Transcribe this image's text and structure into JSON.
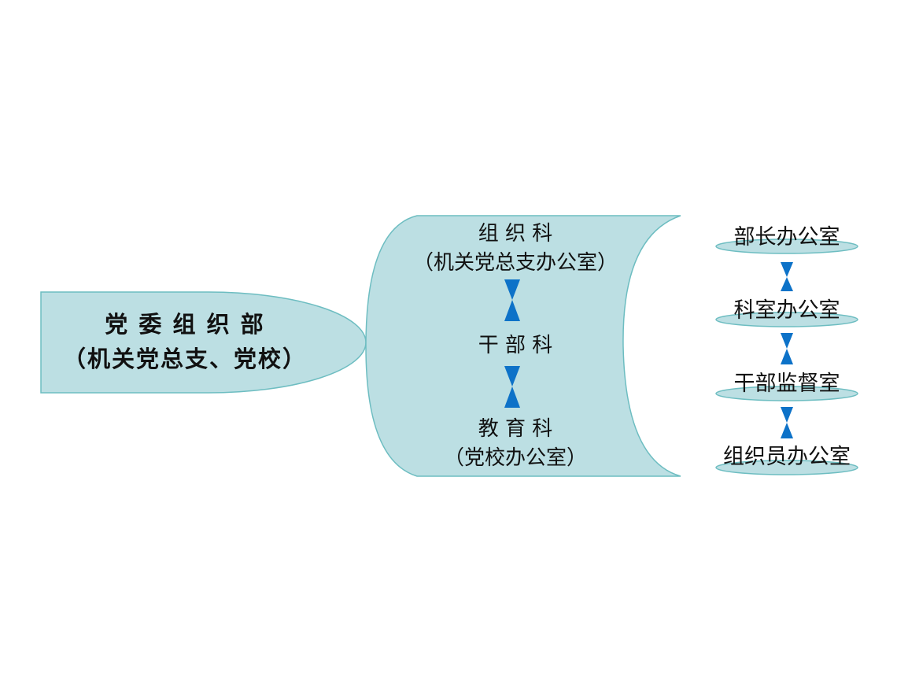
{
  "root": {
    "title": "党 委 组 织 部",
    "subtitle": "（机关党总支、党校）"
  },
  "sections": [
    {
      "title": "组 织 科",
      "subtitle": "（机关党总支办公室）"
    },
    {
      "title": "干 部 科",
      "subtitle": ""
    },
    {
      "title": "教 育 科",
      "subtitle": "（党校办公室）"
    }
  ],
  "offices": [
    "部长办公室",
    "科室办公室",
    "干部监督室",
    "组织员办公室"
  ],
  "colors": {
    "fill": "#bcdfe3",
    "stroke": "#6dbdc1",
    "arrow": "#0d72c8"
  }
}
